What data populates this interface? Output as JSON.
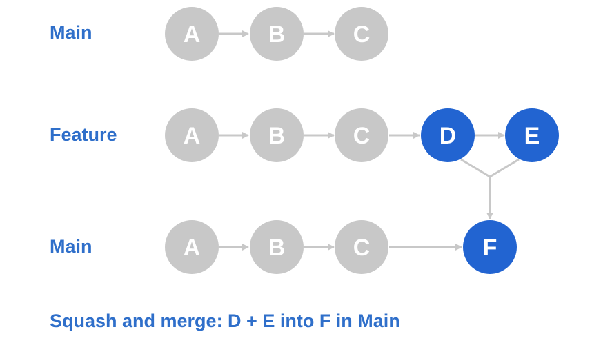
{
  "rows": [
    {
      "label": "Main",
      "commits": [
        "A",
        "B",
        "C"
      ]
    },
    {
      "label": "Feature",
      "commits": [
        "A",
        "B",
        "C",
        "D",
        "E"
      ]
    },
    {
      "label": "Main",
      "commits": [
        "A",
        "B",
        "C",
        "F"
      ]
    }
  ],
  "squash": {
    "from": [
      "D",
      "E"
    ],
    "to": "F"
  },
  "caption": "Squash and merge: D + E into F in Main",
  "colors": {
    "text": "#2f6fca",
    "commit_existing": "#c8c8c8",
    "commit_new": "#2264d1",
    "arrow": "#c8c8c8",
    "commit_label": "#ffffff"
  }
}
